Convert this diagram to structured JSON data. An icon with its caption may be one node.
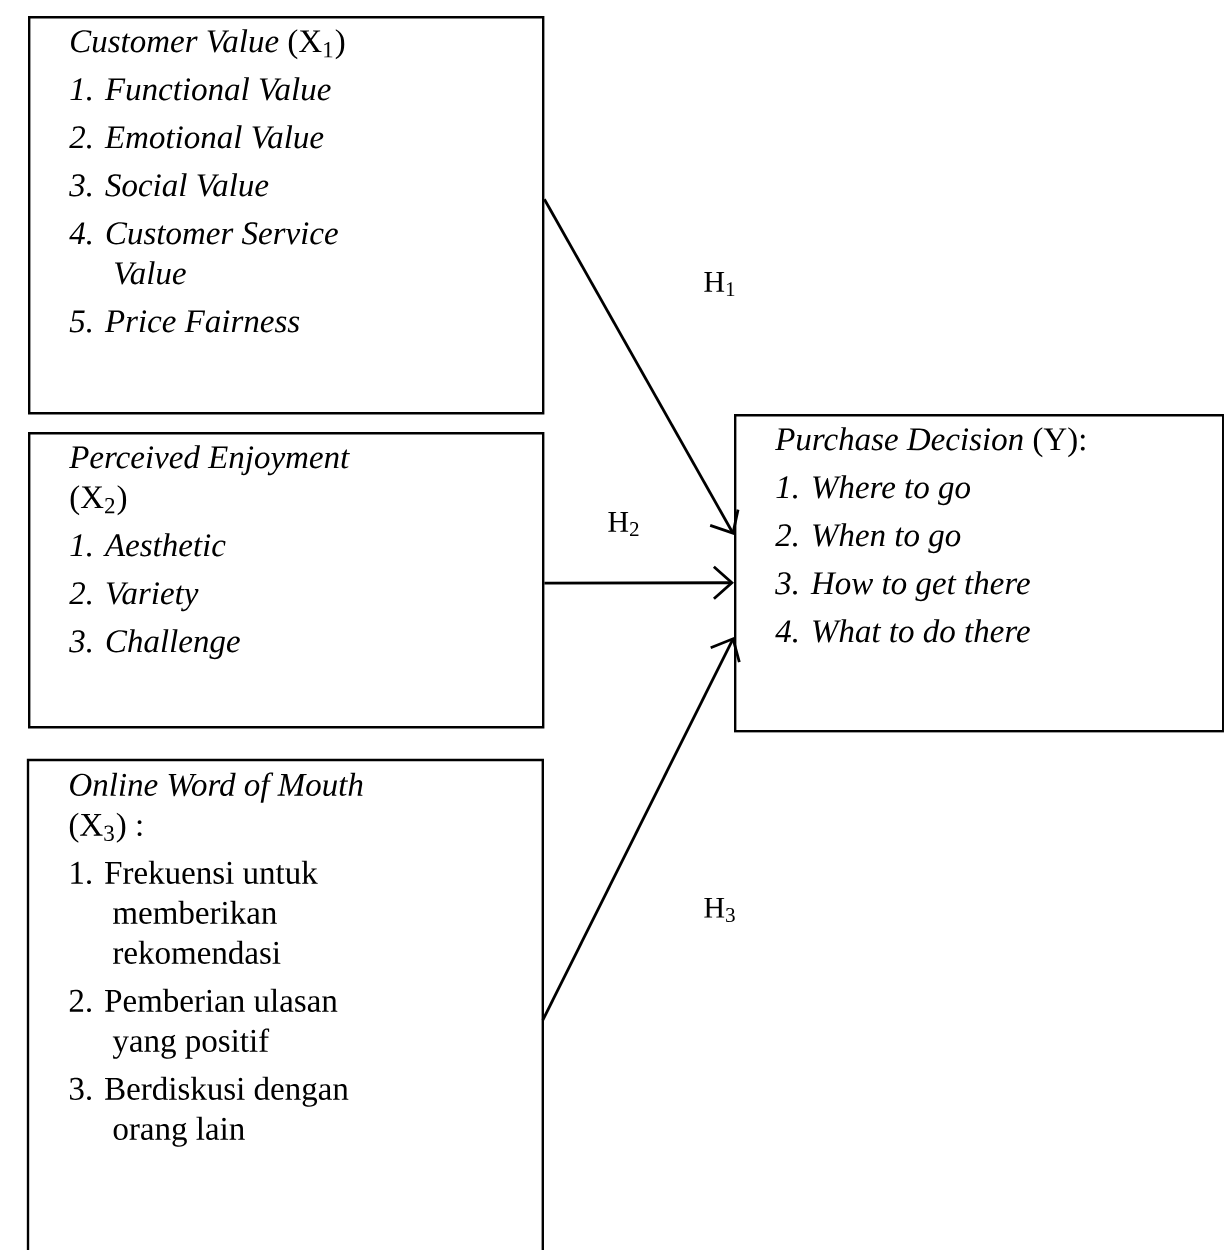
{
  "diagram": {
    "nodes": [
      {
        "text": [
          "*Customer Value* (X$_{1}$)",
          "1. Functional Value",
          "2. Emotional Value",
          "3. Social Value",
          "4. Customer Service Value",
          "5. Price Fairness"
        ]
      },
      {
        "text": [
          "*Perceived Enjoyment* (X$_{2}$)",
          "1. Aesthetic",
          "2. Variety",
          "3. Challenge"
        ]
      },
      {
        "text": [
          "*Online Word of Mouth* (X$_{3}$) :",
          "1. Frekuensi untuk memberikan rekomendasi",
          "2. Pemberian ulasan yang positif",
          "3. Berdiskusi dengan orang lain"
        ]
      },
      {
        "text": [
          "*Purchase Decision* (Y):",
          "1. Where to go",
          "2. When to go",
          "3. How to get there",
          "4. What to do there"
        ]
      }
    ],
    "edges": [
      {
        "from": 0,
        "to": 3,
        "arrow": "to",
        "label": "H$_{1}$"
      },
      {
        "from": 1,
        "to": 3,
        "arrow": "to",
        "label": "H$_{2}$"
      },
      {
        "from": 2,
        "to": 3,
        "arrow": "to",
        "label": "H$_{3}$"
      }
    ]
  }
}
